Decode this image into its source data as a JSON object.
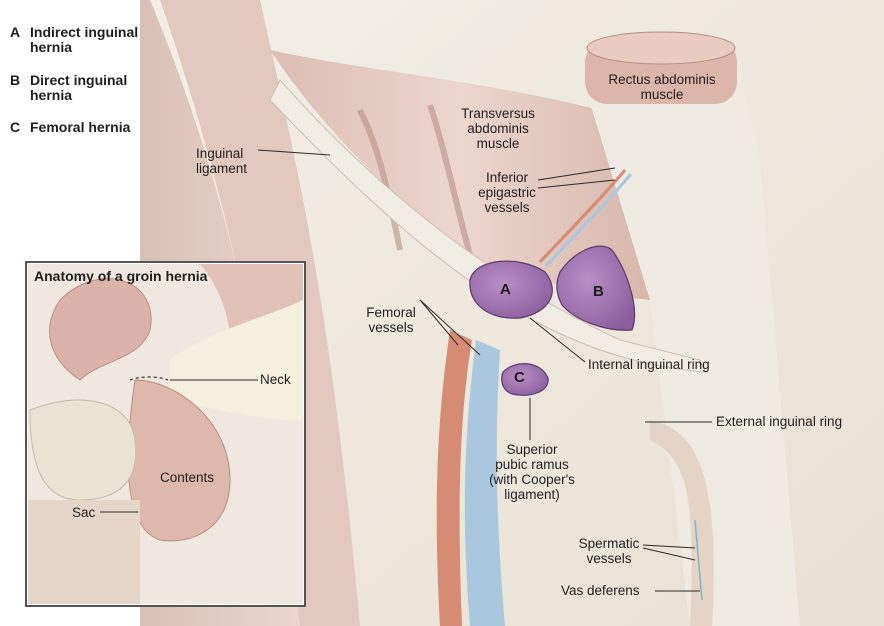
{
  "legend": [
    {
      "key": "A",
      "text": "Indirect inguinal hernia",
      "line1": "Indirect inguinal",
      "line2": "hernia"
    },
    {
      "key": "B",
      "text": "Direct inguinal hernia",
      "line1": "Direct inguinal",
      "line2": "hernia"
    },
    {
      "key": "C",
      "text": "Femoral hernia",
      "line1": "Femoral hernia",
      "line2": ""
    }
  ],
  "labels": {
    "rectus": {
      "line1": "Rectus abdominis",
      "line2": "muscle"
    },
    "transversus": {
      "line1": "Transversus",
      "line2": "abdominis",
      "line3": "muscle"
    },
    "inguinal_ligament": {
      "line1": "Inguinal",
      "line2": "ligament"
    },
    "inferior_epigastric": {
      "line1": "Inferior",
      "line2": "epigastric",
      "line3": "vessels"
    },
    "femoral_vessels": {
      "line1": "Femoral",
      "line2": "vessels"
    },
    "internal_ring": "Internal inguinal ring",
    "external_ring": "External inguinal ring",
    "superior_pubic": {
      "line1": "Superior",
      "line2": "pubic ramus",
      "line3": "(with Cooper's",
      "line4": "ligament)"
    },
    "spermatic": {
      "line1": "Spermatic",
      "line2": "vessels"
    },
    "vas_deferens": "Vas deferens"
  },
  "markers": {
    "a": "A",
    "b": "B",
    "c": "C"
  },
  "inset": {
    "title": "Anatomy of a groin hernia",
    "neck": "Neck",
    "contents": "Contents",
    "sac": "Sac"
  },
  "colors": {
    "background": "#ffffff",
    "muscle": "#e7d0c8",
    "muscle_dark": "#c9a79c",
    "ligament": "#efe6dc",
    "fascia": "#f1ece3",
    "hernia": "#a77ab5",
    "hernia_outline": "#5e3a6d",
    "artery": "#d58b74",
    "vein": "#a9c8df",
    "inset_border": "#555555"
  }
}
